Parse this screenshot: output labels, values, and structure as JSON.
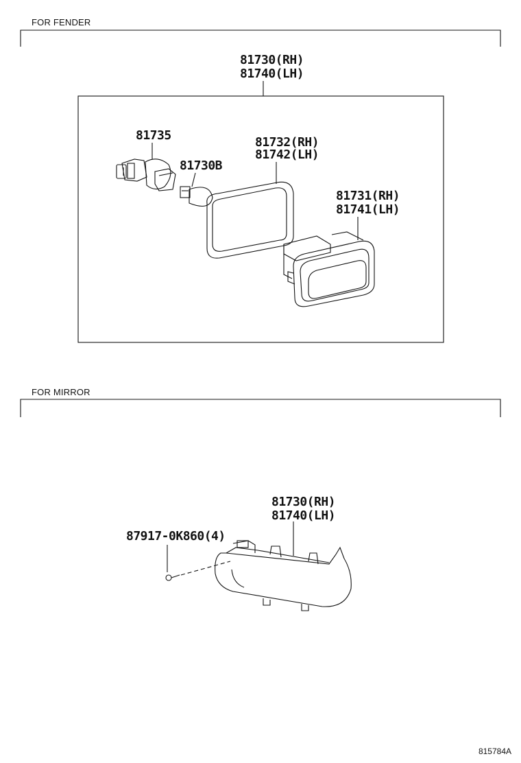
{
  "sections": {
    "fender": {
      "title": "FOR FENDER",
      "labels": {
        "assembly_rh": "81730(RH)",
        "assembly_lh": "81740(LH)",
        "socket": "81735",
        "bulb": "81730B",
        "gasket_rh": "81732(RH)",
        "gasket_lh": "81742(LH)",
        "lens_rh": "81731(RH)",
        "lens_lh": "81741(LH)"
      }
    },
    "mirror": {
      "title": "FOR MIRROR",
      "labels": {
        "assembly_rh": "81730(RH)",
        "assembly_lh": "81740(LH)",
        "screw": "87917-0K860(4)"
      }
    }
  },
  "footer": {
    "drawing_code": "815784A"
  }
}
